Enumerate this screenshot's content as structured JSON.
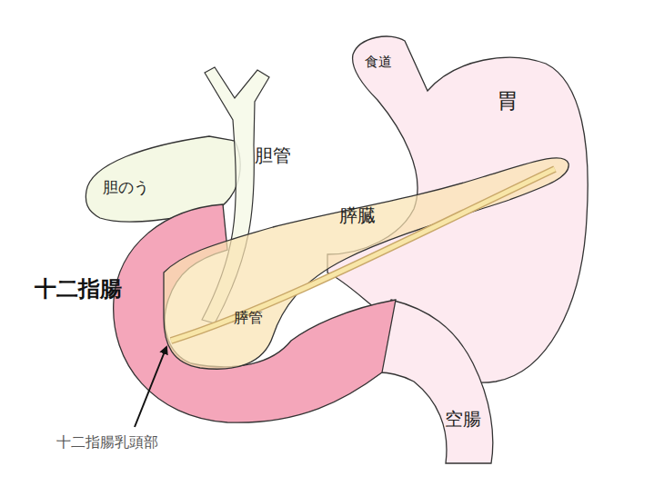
{
  "diagram": {
    "labels": [
      "食道",
      "胃",
      "胆管",
      "胆のう",
      "膵臓",
      "十二指腸",
      "膵管",
      "空腸",
      "十二指腸乳頭部"
    ]
  }
}
